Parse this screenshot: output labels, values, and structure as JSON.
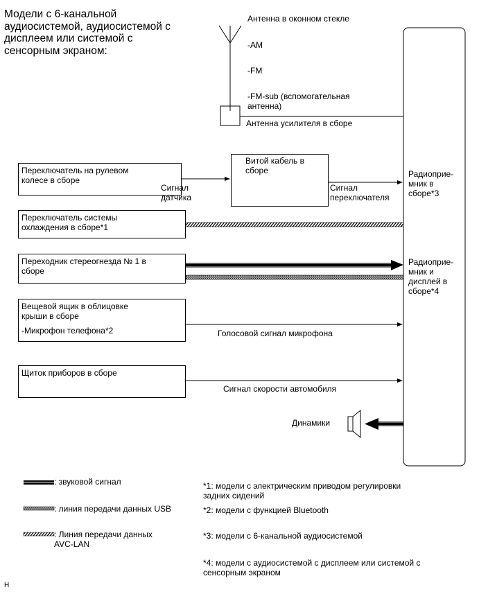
{
  "header": {
    "title": "Модели с 6-канальной\nаудиосистемой, аудиосистемой с\nдисплеем или системой с\nсенсорным экраном:"
  },
  "antenna": {
    "glass_title": "Антенна в оконном стекле",
    "am": "-AM",
    "fm": "-FM",
    "fm_sub": "-FM-sub (вспомогательная\nантенна)",
    "amplifier": "Антенна усилителя в сборе"
  },
  "boxes": {
    "steering_switch": "Переключатель на рулевом\nколесе в сборе",
    "spiral_cable": "Витой кабель в\nсборе",
    "seat_climate_switch": "Переключатель системы\nохлаждения в сборе*1",
    "stereo_jack": "Переходник стереогнезда № 1 в\nсборе",
    "roof_console": "Вещевой ящик в облицовке\nкрыши в сборе",
    "roof_console_item": "-Микрофон телефона*2",
    "combination_meter": "Щиток приборов в сборе",
    "radio_receiver": "Радиоприе-\nмник в\nсборе*3",
    "radio_display": "Радиоприе-\nмник и\nдисплей в\nсборе*4"
  },
  "signals": {
    "sensor": "Сигнал\nдатчика",
    "switch": "Сигнал\nпереключателя",
    "mic_voice": "Голосовой сигнал микрофона",
    "vehicle_speed": "Сигнал скорости автомобиля",
    "speakers": "Динамики"
  },
  "legend": {
    "audio": ": звуковой сигнал",
    "usb": ": линия передачи данных USB",
    "avc_lan": ": Линия передачи данных\nAVC-LAN"
  },
  "notes": {
    "n1": "*1: модели с электрическим приводом регулировки\nзадних сидений",
    "n2": "*2: модели с функцией Bluetooth",
    "n3": "*3: модели с 6-канальной аудиосистемой",
    "n4": "*4: модели с аудиосистемой с дисплеем или системой с\nсенсорным экраном"
  },
  "footer": {
    "code": "H"
  }
}
